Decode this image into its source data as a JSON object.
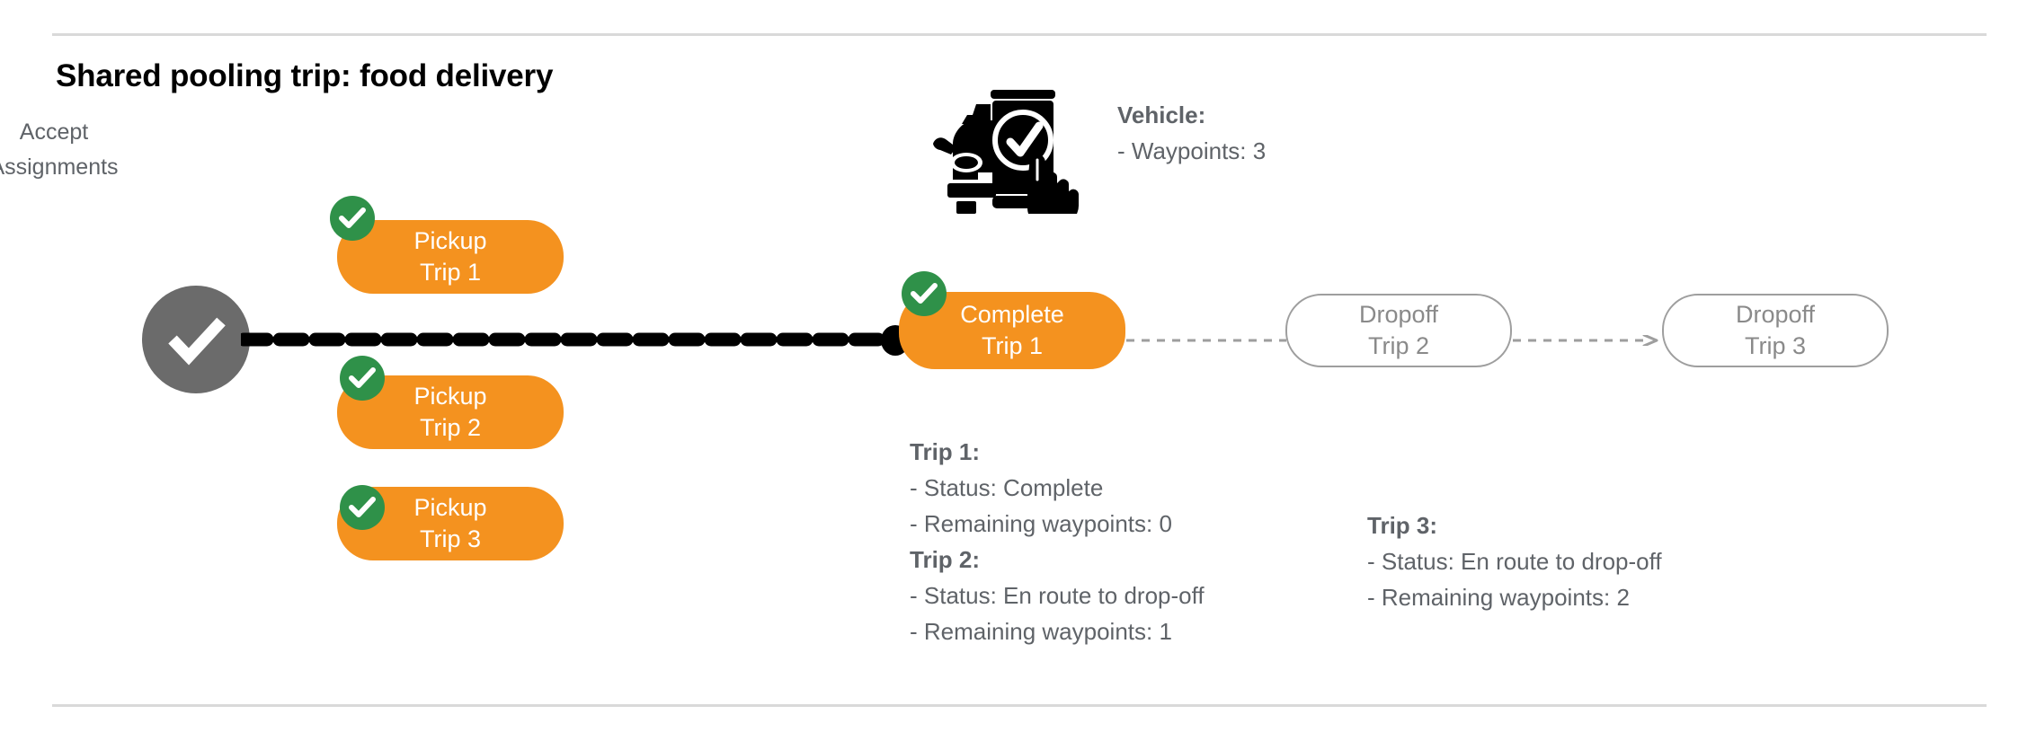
{
  "page": {
    "title": "Shared pooling trip: food delivery",
    "divider_color": "#d9d9d9"
  },
  "colors": {
    "pill_fill": "#f4921f",
    "pill_text": "#ffffff",
    "outline_stroke": "#9e9e9e",
    "outline_text": "#8a8a8a",
    "check_badge": "#2f9149",
    "start_circle": "#6b6b6b",
    "body_text": "#5f6368",
    "dash_line": "#000000"
  },
  "flow": {
    "start_node": {
      "icon": "check-circle-icon",
      "label_line1": "Accept",
      "label_line2": "Assignments"
    },
    "pickups": [
      {
        "line1": "Pickup",
        "line2": "Trip 1",
        "completed": true
      },
      {
        "line1": "Pickup",
        "line2": "Trip 2",
        "completed": true
      },
      {
        "line1": "Pickup",
        "line2": "Trip 3",
        "completed": true
      }
    ],
    "complete_node": {
      "line1": "Complete",
      "line2": "Trip 1",
      "completed": true
    },
    "dropoffs": [
      {
        "line1": "Dropoff",
        "line2": "Trip 2",
        "completed": false
      },
      {
        "line1": "Dropoff",
        "line2": "Trip 3",
        "completed": false
      }
    ]
  },
  "vehicle_callout": {
    "icon": "car-phone-check-icon",
    "heading": "Vehicle:",
    "detail": "- Waypoints: 3"
  },
  "trip_details": [
    {
      "heading": "Trip 1:",
      "status": "- Status:  Complete",
      "waypoints": "- Remaining waypoints: 0"
    },
    {
      "heading": "Trip 2:",
      "status": "- Status:  En route to drop-off",
      "waypoints": "- Remaining waypoints: 1"
    },
    {
      "heading": "Trip 3:",
      "status": "- Status:  En route to drop-off",
      "waypoints": "- Remaining waypoints: 2"
    }
  ]
}
